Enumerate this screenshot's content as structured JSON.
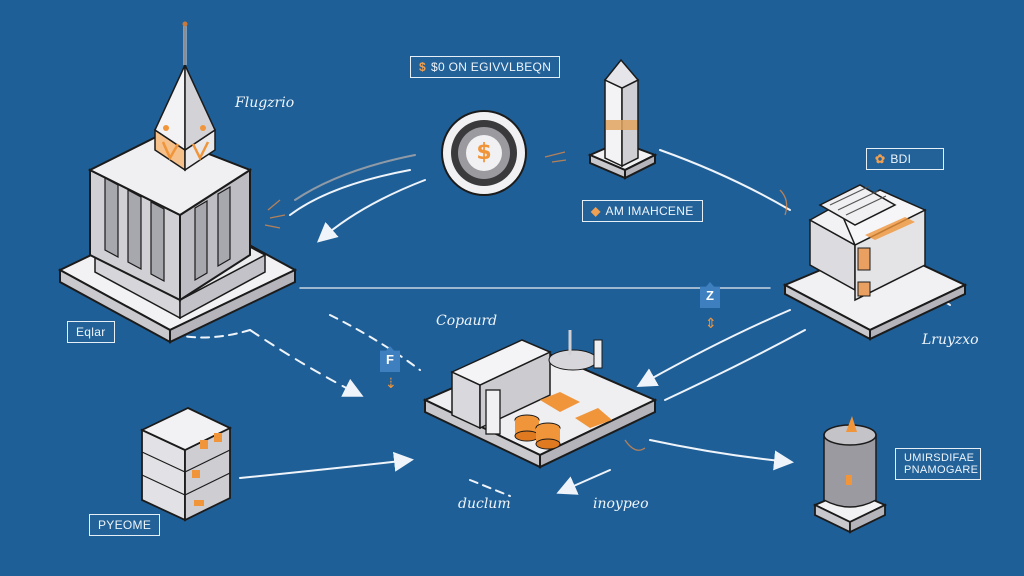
{
  "diagram": {
    "title": "Isometric financial network flow diagram",
    "colors": {
      "background": "#1f5f97",
      "accent": "#f0953a",
      "line": "#eef4fa",
      "object_fill": "#e9e9ec"
    },
    "nodes": [
      {
        "id": "tower",
        "kind": "skyscraper-with-spire",
        "label": "Eqlar",
        "label_style": "boxed"
      },
      {
        "id": "coin",
        "kind": "dollar-coin",
        "label": "$0 ON EGIVVLBEQN",
        "label_style": "boxed",
        "label_icon": "coin-icon"
      },
      {
        "id": "obelisk",
        "kind": "obelisk-tower",
        "label": "AM IMAHCENE",
        "label_style": "boxed",
        "label_icon": "badge-icon"
      },
      {
        "id": "server-stack",
        "kind": "stacked-boxes-platform",
        "label": "BDI",
        "label_style": "boxed",
        "label_icon": "seal-icon"
      },
      {
        "id": "factory",
        "kind": "production-platform",
        "label": "Copaurd",
        "label_style": "handwritten"
      },
      {
        "id": "cabinet",
        "kind": "file-cabinet",
        "label": "PYEOME",
        "label_style": "boxed"
      },
      {
        "id": "tank",
        "kind": "cylinder-tank",
        "label": "UMIRSDIFAE PNAMOGARE",
        "label_style": "boxed"
      }
    ],
    "annotations": [
      {
        "id": "tower-note",
        "text": "Flugzrio"
      },
      {
        "id": "server-note",
        "text": "Lruyzxo"
      },
      {
        "id": "factory-left-note",
        "text": "duclum"
      },
      {
        "id": "factory-right-note",
        "text": "inoypeo"
      }
    ],
    "badges": [
      {
        "id": "badge-left",
        "glyph": "F"
      },
      {
        "id": "badge-right",
        "glyph": "Z"
      }
    ]
  }
}
